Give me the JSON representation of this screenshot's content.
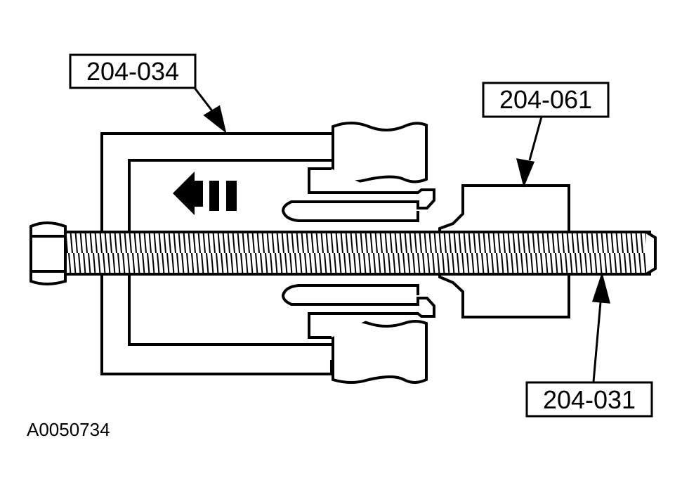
{
  "callouts": {
    "puller": "204-034",
    "adapter": "204-061",
    "forcing_screw": "204-031"
  },
  "figure_id": "A0050734",
  "colors": {
    "line": "#000000",
    "background": "#ffffff"
  },
  "icons": {
    "direction": "arrow-left-icon"
  }
}
